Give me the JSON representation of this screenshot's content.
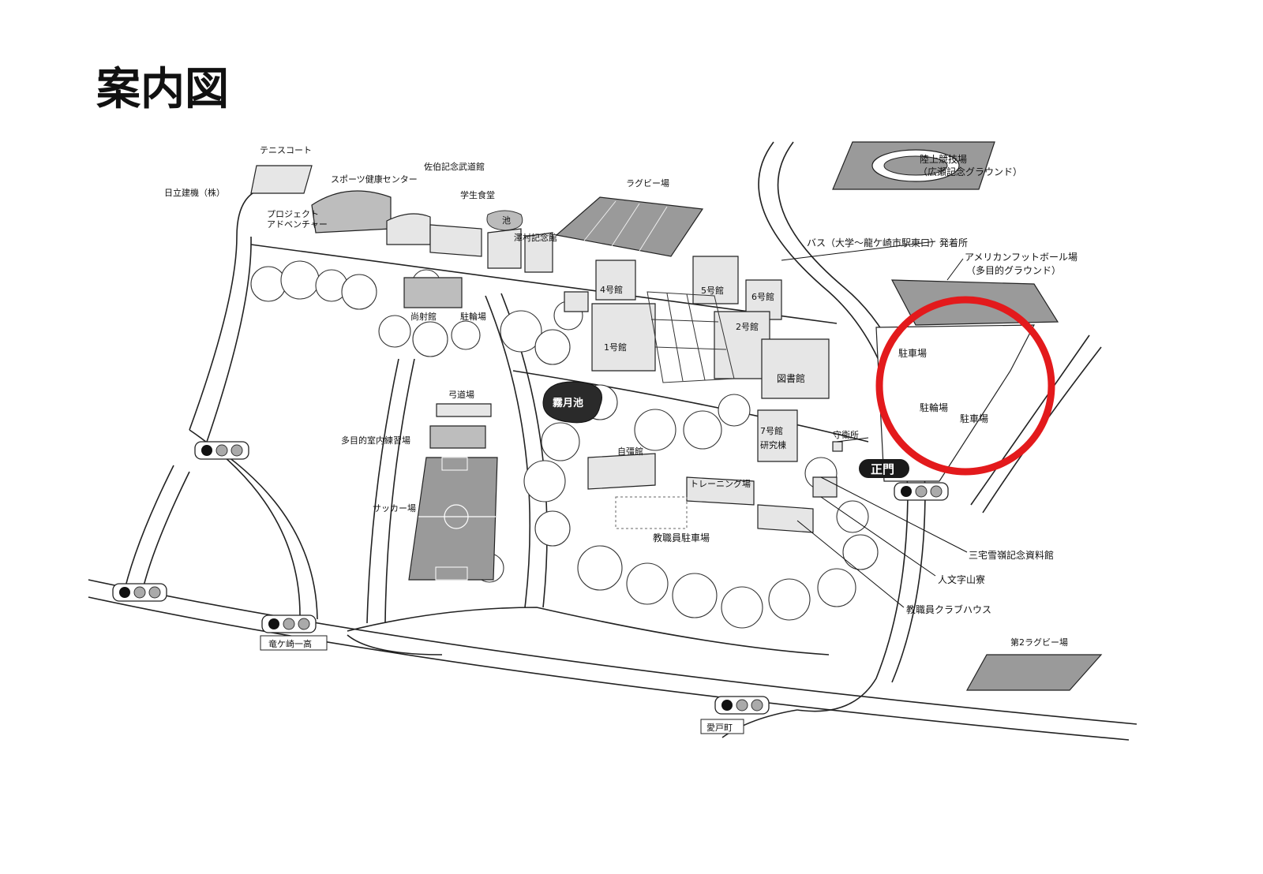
{
  "title": "案内図",
  "labels": {
    "tennis": "テニスコート",
    "sports_center": "スポーツ健康センター",
    "saeki_budokan": "佐伯記念武道館",
    "hitachi": "日立建機（株）",
    "project_adventure": "プロジェクト\nアドベンチャー",
    "cafeteria": "学生食堂",
    "pond_small": "池",
    "sawamura": "澤村記念館",
    "rugby": "ラグビー場",
    "track": "陸上競技場",
    "track_sub": "（広瀬記念グラウンド）",
    "bus": "バス（大学～龍ケ崎市駅東口）発着所",
    "football": "アメリカンフットボール場",
    "football_sub": "（多目的グラウンド）",
    "bldg4": "4号館",
    "bldg5": "5号館",
    "bldg6": "6号館",
    "bldg1": "1号館",
    "bldg2": "2号館",
    "library": "図書館",
    "shoubukan": "尚射館",
    "bicycle1": "駐輪場",
    "parking1": "駐車場",
    "bicycle2": "駐輪場",
    "parking2": "駐車場",
    "kyudojo": "弓道場",
    "indoor": "多目的室内練習場",
    "soccer": "サッカー場",
    "pond": "霧月池",
    "jikyokan": "自彊館",
    "bldg7": "7号館",
    "research": "研究棟",
    "guard": "守衛所",
    "main_gate": "正門",
    "training": "トレーニング場",
    "staff_parking": "教職員駐車場",
    "miyake": "三宅雪嶺記念資料館",
    "jinbunji": "人文字山寮",
    "clubhouse": "教職員クラブハウス",
    "rugby2": "第2ラグビー場",
    "ryugasaki_hs": "竜ケ崎一高",
    "atago": "愛戸町"
  },
  "colors": {
    "highlight": "#e31a1c",
    "dark": "#2a2a2a",
    "field": "#9a9a9a"
  }
}
